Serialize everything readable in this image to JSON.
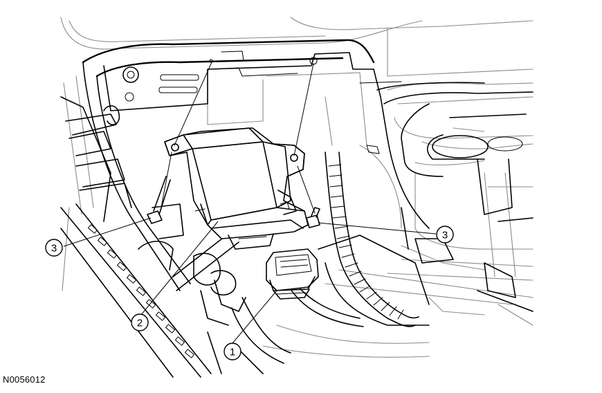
{
  "callouts": [
    {
      "label": "1"
    },
    {
      "label": "2"
    },
    {
      "label": "3"
    },
    {
      "label": "3"
    }
  ],
  "figure_id": "N0056012"
}
